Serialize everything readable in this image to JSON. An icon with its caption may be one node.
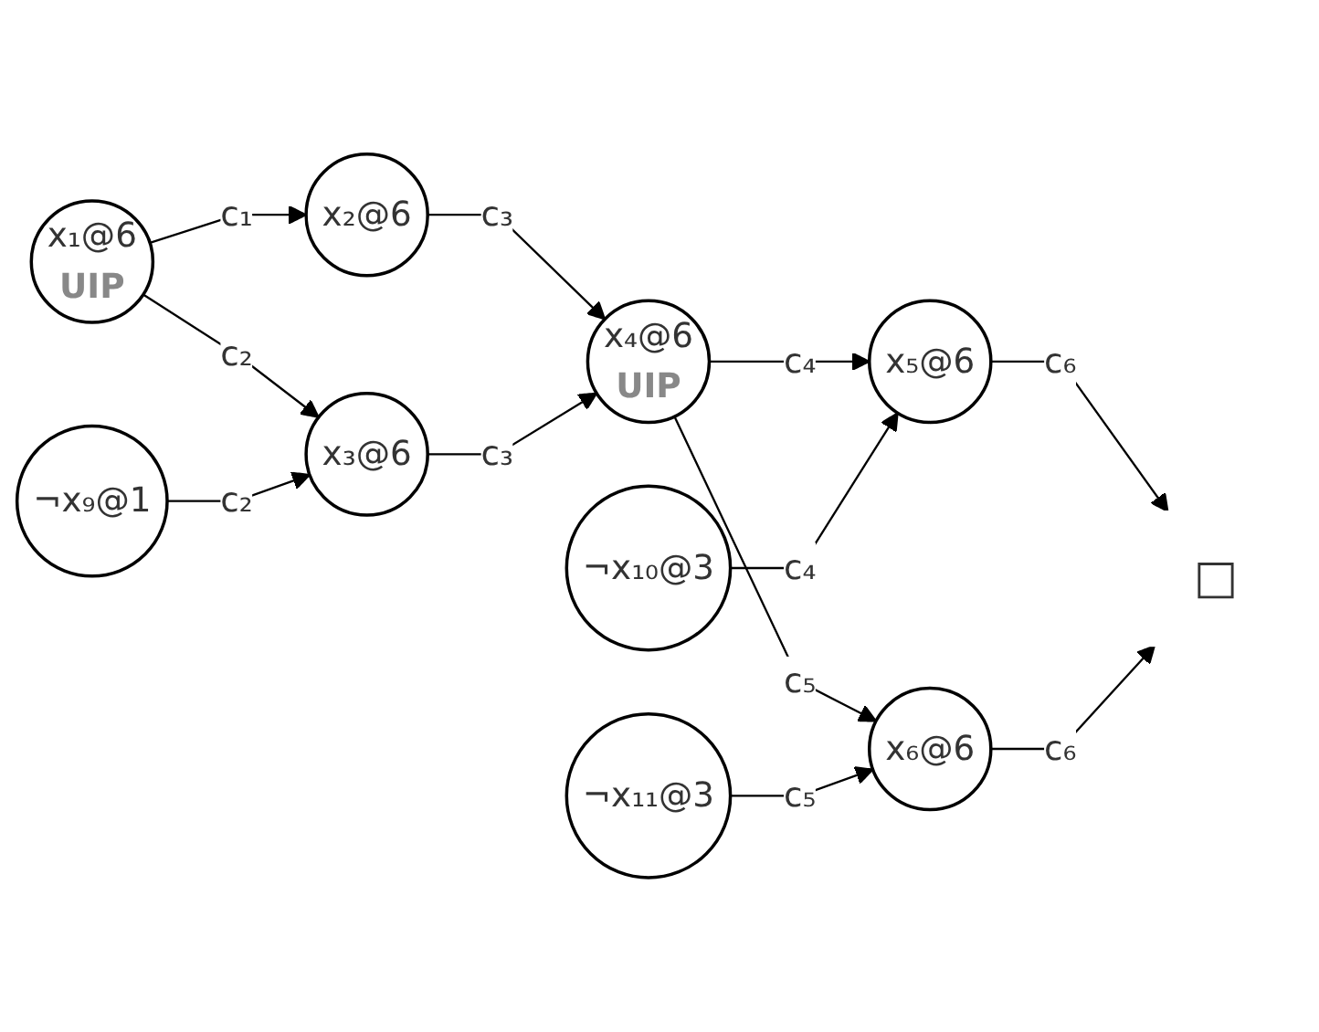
{
  "diagram": {
    "nodes": [
      {
        "text": [
          "x₁@6",
          "UIP"
        ]
      },
      {
        "text": [
          "¬x₉@1"
        ]
      },
      {
        "text": [
          "x₂@6"
        ]
      },
      {
        "text": [
          "x₃@6"
        ]
      },
      {
        "text": [
          "x₄@6",
          "UIP"
        ]
      },
      {
        "text": [
          "¬x₁₀@3"
        ]
      },
      {
        "text": [
          "x₅@6"
        ]
      },
      {
        "text": [
          "x₆@6"
        ]
      },
      {
        "text": [
          "¬x₁₁@3"
        ]
      },
      {
        "text": [
          "□"
        ]
      }
    ],
    "edges": [
      {
        "from": 0,
        "to": 2,
        "arrow": "to",
        "label": "c₁"
      },
      {
        "from": 0,
        "to": 3,
        "arrow": "to",
        "label": "c₂"
      },
      {
        "from": 1,
        "to": 3,
        "arrow": "to",
        "label": "c₂"
      },
      {
        "from": 2,
        "to": 4,
        "arrow": "to",
        "label": "c₃"
      },
      {
        "from": 3,
        "to": 4,
        "arrow": "to",
        "label": "c₃"
      },
      {
        "from": 4,
        "to": 6,
        "arrow": "to",
        "label": "c₄"
      },
      {
        "from": 5,
        "to": 6,
        "arrow": "to",
        "label": "c₄"
      },
      {
        "from": 4,
        "to": 7,
        "arrow": "to",
        "label": "c₅"
      },
      {
        "from": 8,
        "to": 7,
        "arrow": "to",
        "label": "c₅"
      },
      {
        "from": 6,
        "to": 9,
        "arrow": "to",
        "label": "c₆"
      },
      {
        "from": 7,
        "to": 9,
        "arrow": "to",
        "label": "c₆"
      }
    ]
  }
}
